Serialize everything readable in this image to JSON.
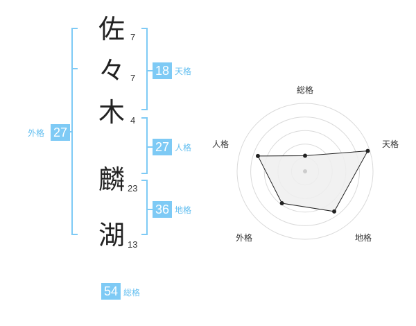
{
  "name": {
    "characters": [
      {
        "char": "佐",
        "strokes": "7"
      },
      {
        "char": "々",
        "strokes": "7"
      },
      {
        "char": "木",
        "strokes": "4"
      },
      {
        "char": "麟",
        "strokes": "23"
      },
      {
        "char": "湖",
        "strokes": "13"
      }
    ]
  },
  "fortune": {
    "tenkaku": {
      "value": "18",
      "label": "天格"
    },
    "jinkaku": {
      "value": "27",
      "label": "人格"
    },
    "chikaku": {
      "value": "36",
      "label": "地格"
    },
    "gaikaku": {
      "value": "27",
      "label": "外格"
    },
    "soukaku": {
      "value": "54",
      "label": "総格"
    }
  },
  "colors": {
    "accent": "#7ecaf5",
    "accent_text": "#64bff0",
    "bracket": "#7ecaf5",
    "radar_fill": "#efefef"
  },
  "radar": {
    "axes": [
      "総格",
      "天格",
      "地格",
      "外格",
      "人格"
    ],
    "levels": 5,
    "values": [
      0.23,
      0.97,
      0.73,
      0.58,
      0.73
    ]
  }
}
